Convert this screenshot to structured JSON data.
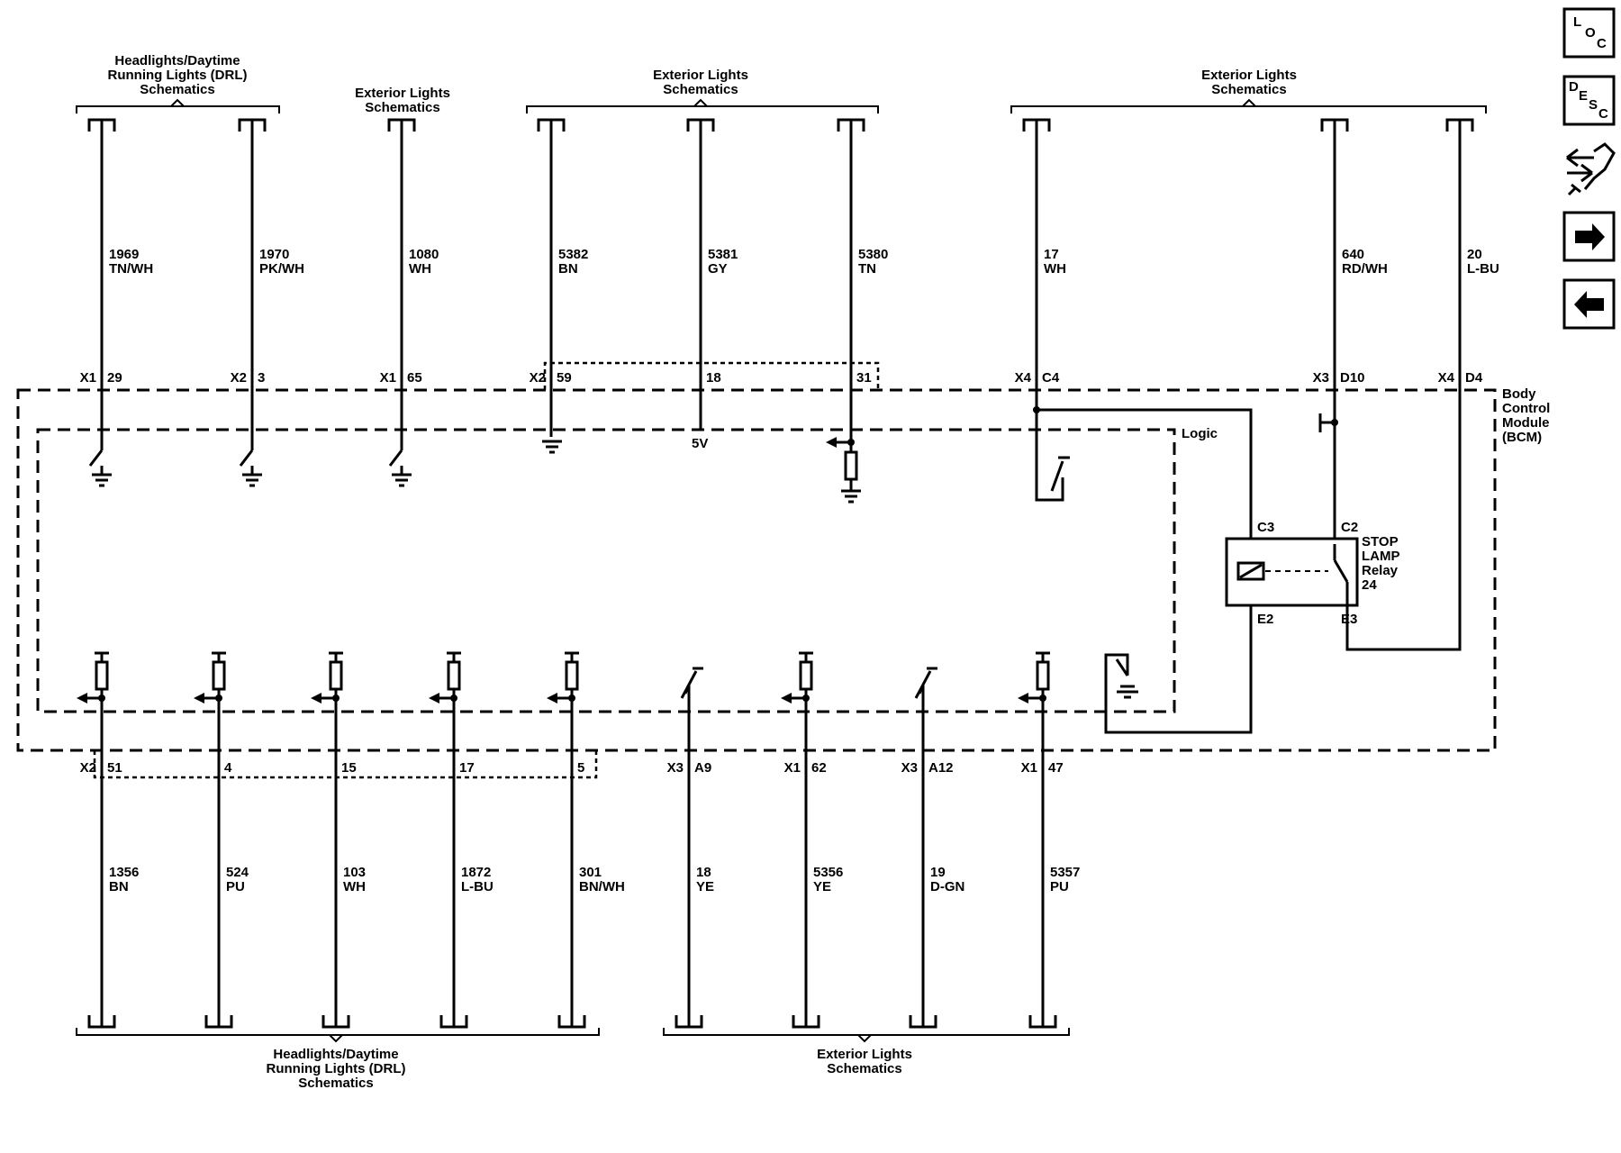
{
  "headers": {
    "top_drl": [
      "Headlights/Daytime",
      "Running Lights (DRL)",
      "Schematics"
    ],
    "top_ext1": [
      "Exterior Lights",
      "Schematics"
    ],
    "top_ext2": [
      "Exterior Lights",
      "Schematics"
    ],
    "top_ext3": [
      "Exterior Lights",
      "Schematics"
    ],
    "bottom_drl": [
      "Headlights/Daytime",
      "Running Lights (DRL)",
      "Schematics"
    ],
    "bottom_ext": [
      "Exterior Lights",
      "Schematics"
    ]
  },
  "module": {
    "name": [
      "Body",
      "Control",
      "Module",
      "(BCM)"
    ],
    "logic_label": "Logic",
    "five_volt": "5V"
  },
  "relay": {
    "name": [
      "STOP",
      "LAMP",
      "Relay",
      "24"
    ],
    "pin_c3": "C3",
    "pin_c2": "C2",
    "pin_e2": "E2",
    "pin_e3": "E3"
  },
  "top_wires": [
    {
      "circuit": "1969",
      "color": "TN/WH",
      "connector": "X1",
      "pin": "29"
    },
    {
      "circuit": "1970",
      "color": "PK/WH",
      "connector": "X2",
      "pin": "3"
    },
    {
      "circuit": "1080",
      "color": "WH",
      "connector": "X1",
      "pin": "65"
    },
    {
      "circuit": "5382",
      "color": "BN",
      "connector": "X2",
      "pin": "59"
    },
    {
      "circuit": "5381",
      "color": "GY",
      "connector": "",
      "pin": "18"
    },
    {
      "circuit": "5380",
      "color": "TN",
      "connector": "",
      "pin": "31"
    },
    {
      "circuit": "17",
      "color": "WH",
      "connector": "X4",
      "pin": "C4"
    },
    {
      "circuit": "640",
      "color": "RD/WH",
      "connector": "X3",
      "pin": "D10"
    },
    {
      "circuit": "20",
      "color": "L-BU",
      "connector": "X4",
      "pin": "D4"
    }
  ],
  "bottom_wires": [
    {
      "circuit": "1356",
      "color": "BN",
      "connector": "X2",
      "pin": "51"
    },
    {
      "circuit": "524",
      "color": "PU",
      "connector": "",
      "pin": "4"
    },
    {
      "circuit": "103",
      "color": "WH",
      "connector": "",
      "pin": "15"
    },
    {
      "circuit": "1872",
      "color": "L-BU",
      "connector": "",
      "pin": "17"
    },
    {
      "circuit": "301",
      "color": "BN/WH",
      "connector": "",
      "pin": "5"
    },
    {
      "circuit": "18",
      "color": "YE",
      "connector": "X3",
      "pin": "A9"
    },
    {
      "circuit": "5356",
      "color": "YE",
      "connector": "X1",
      "pin": "62"
    },
    {
      "circuit": "19",
      "color": "D-GN",
      "connector": "X3",
      "pin": "A12"
    },
    {
      "circuit": "5357",
      "color": "PU",
      "connector": "X1",
      "pin": "47"
    }
  ],
  "nav_buttons": [
    {
      "icon": "loc-icon",
      "letters": [
        "L",
        "O",
        "C"
      ]
    },
    {
      "icon": "desc-icon",
      "letters": [
        "D",
        "E",
        "S",
        "C"
      ]
    },
    {
      "icon": "connector-tool-icon"
    },
    {
      "icon": "arrow-right-icon"
    },
    {
      "icon": "arrow-left-icon"
    }
  ]
}
